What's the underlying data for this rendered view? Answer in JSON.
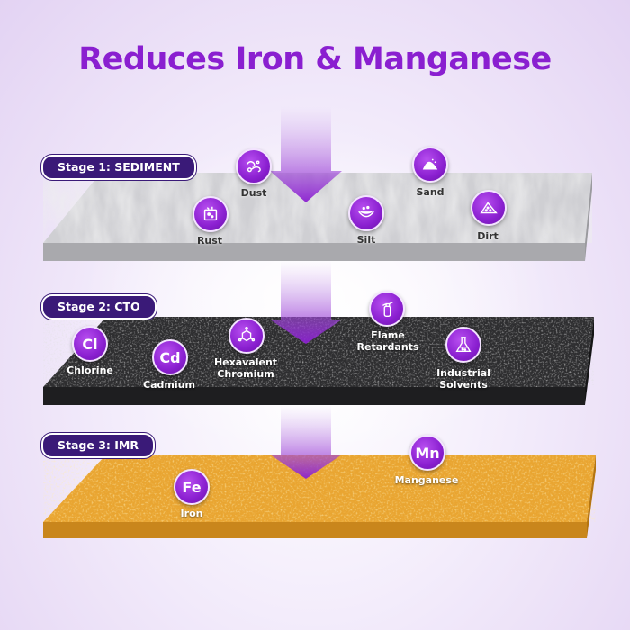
{
  "title": "Reduces Iron & Manganese",
  "colors": {
    "title": "#8a1fd0",
    "pill": "#3a1a78",
    "badge": "#8a1fd0",
    "arrow": "#9b3ad8"
  },
  "stages": [
    {
      "label": "Stage 1: SEDIMENT",
      "items": [
        {
          "label": "Dust",
          "icon": "dust-swirl-icon"
        },
        {
          "label": "Sand",
          "icon": "sand-pile-icon"
        },
        {
          "label": "Rust",
          "icon": "rust-icon"
        },
        {
          "label": "Silt",
          "icon": "silt-bowl-icon"
        },
        {
          "label": "Dirt",
          "icon": "dirt-pile-icon"
        }
      ]
    },
    {
      "label": "Stage 2: CTO",
      "items": [
        {
          "label": "Chlorine",
          "symbol": "Cl"
        },
        {
          "label": "Cadmium",
          "symbol": "Cd"
        },
        {
          "label": "Hexavalent\nChromium",
          "icon": "molecule-icon"
        },
        {
          "label": "Flame\nRetardants",
          "icon": "fire-extinguisher-icon"
        },
        {
          "label": "Industrial\nSolvents",
          "icon": "flask-icon"
        }
      ]
    },
    {
      "label": "Stage 3: IMR",
      "items": [
        {
          "label": "Iron",
          "symbol": "Fe"
        },
        {
          "label": "Manganese",
          "symbol": "Mn"
        }
      ]
    }
  ]
}
